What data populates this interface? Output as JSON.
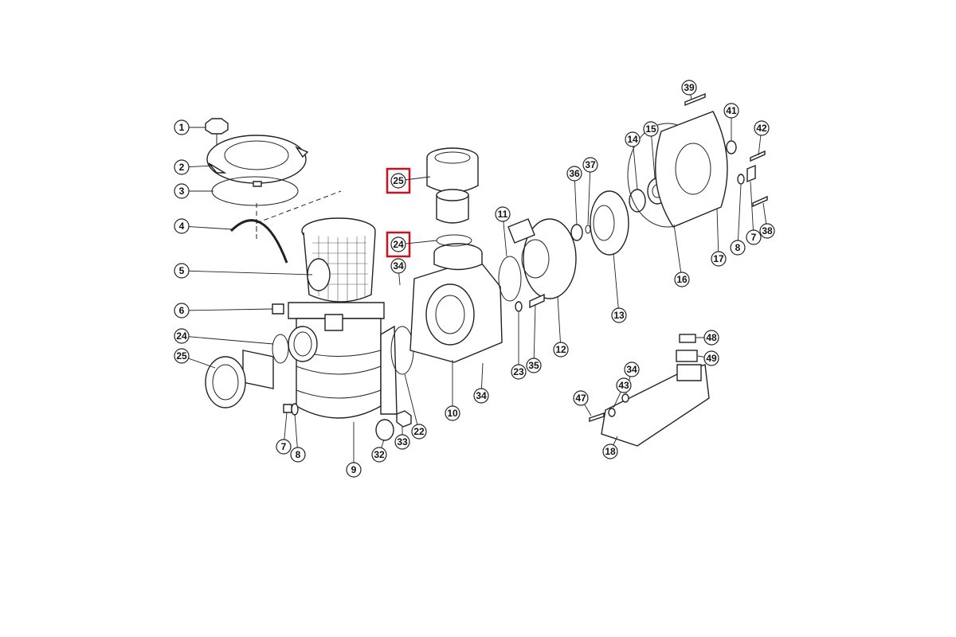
{
  "diagram": {
    "type": "exploded-parts-diagram",
    "highlight_color": "#d0101a",
    "highlighted_parts": [
      "25",
      "24"
    ],
    "callouts": [
      "1",
      "2",
      "3",
      "4",
      "5",
      "6",
      "24",
      "25",
      "7",
      "8",
      "9",
      "32",
      "33",
      "22",
      "10",
      "34",
      "34",
      "23",
      "35",
      "12",
      "11",
      "25",
      "24",
      "36",
      "37",
      "13",
      "14",
      "15",
      "16",
      "17",
      "39",
      "41",
      "42",
      "7",
      "8",
      "38",
      "48",
      "49",
      "34",
      "43",
      "47",
      "18"
    ]
  }
}
